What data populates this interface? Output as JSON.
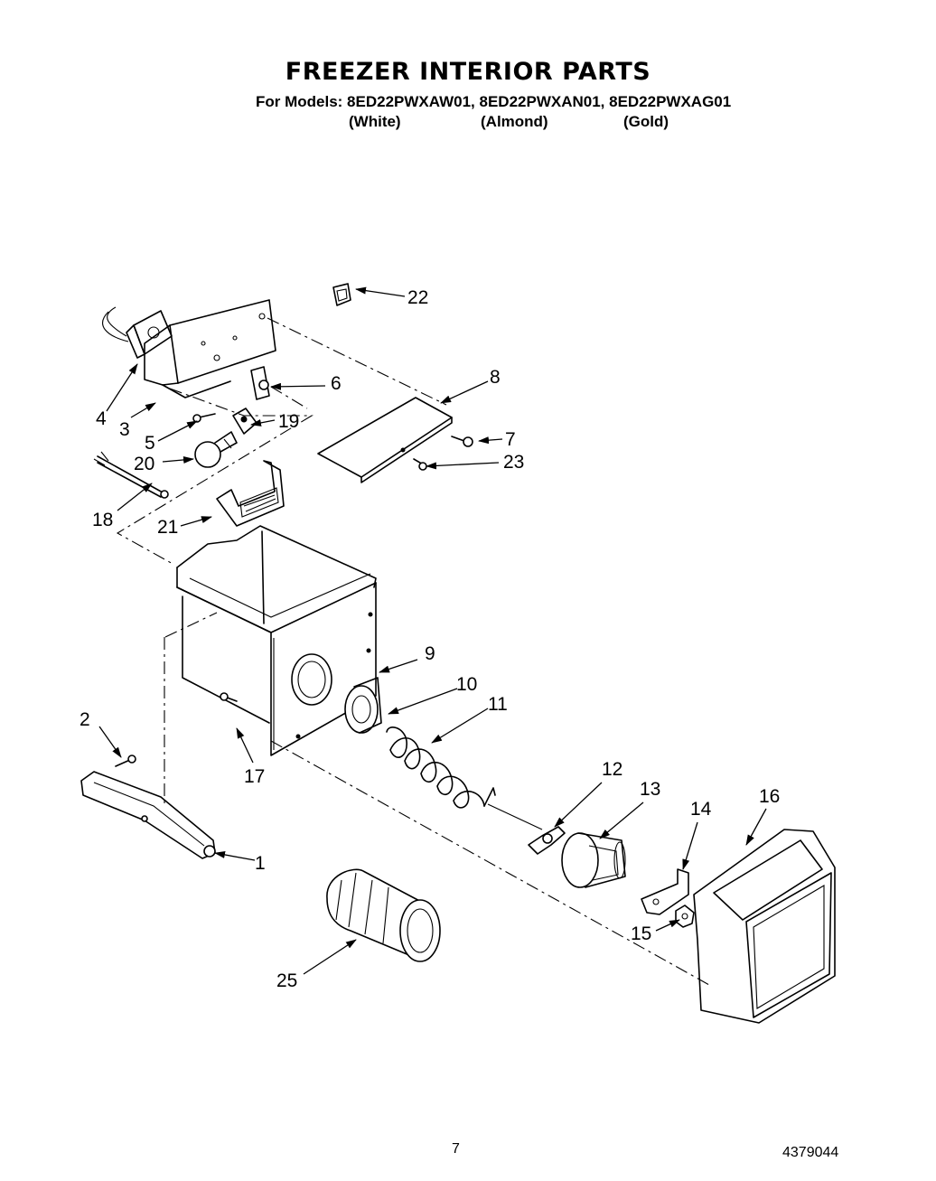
{
  "header": {
    "title": "FREEZER INTERIOR PARTS",
    "models_line": "For Models: 8ED22PWXAW01, 8ED22PWXAN01, 8ED22PWXAG01",
    "variants": [
      "(White)",
      "(Almond)",
      "(Gold)"
    ]
  },
  "callouts": {
    "c1": "1",
    "c2": "2",
    "c3": "3",
    "c4": "4",
    "c5": "5",
    "c6": "6",
    "c7": "7",
    "c8": "8",
    "c9": "9",
    "c10": "10",
    "c11": "11",
    "c12": "12",
    "c13": "13",
    "c14": "14",
    "c15": "15",
    "c16": "16",
    "c17": "17",
    "c18": "18",
    "c19": "19",
    "c20": "20",
    "c21": "21",
    "c22": "22",
    "c23": "23",
    "c25": "25"
  },
  "footer": {
    "page_number": "7",
    "document_number": "4379044"
  }
}
